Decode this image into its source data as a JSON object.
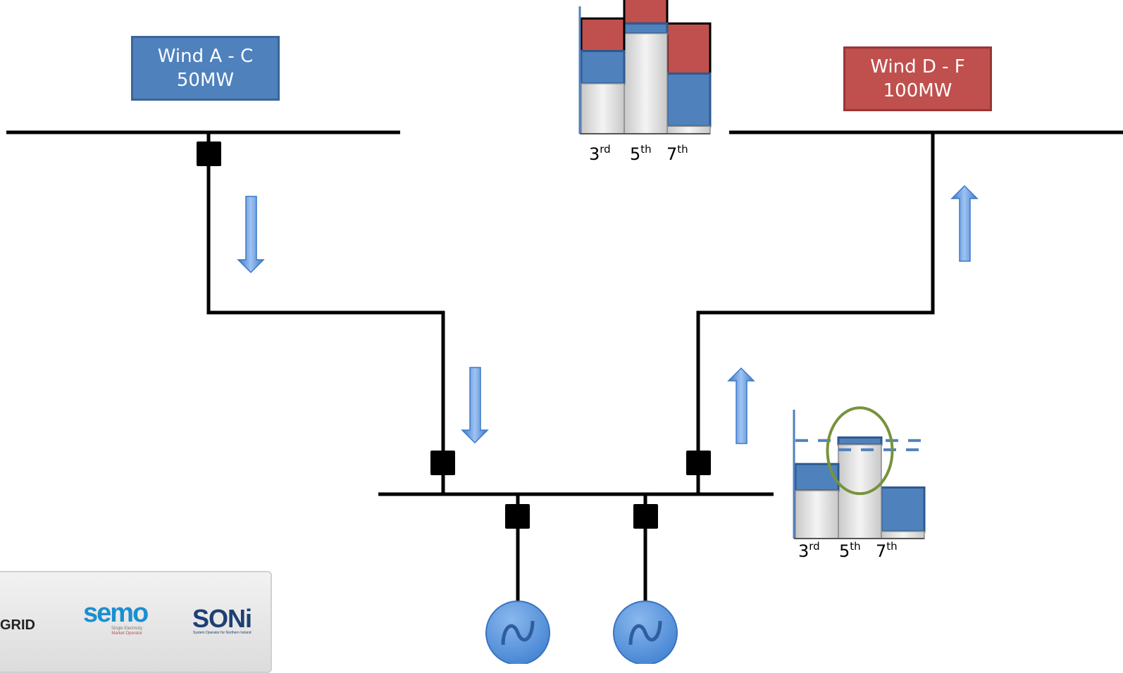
{
  "wind_a": {
    "line1": "Wind A - C",
    "line2": "50MW",
    "color": "#4f81bd"
  },
  "wind_d": {
    "line1": "Wind D - F",
    "line2": "100MW",
    "color": "#c0504d"
  },
  "harmonics": [
    "3",
    "5",
    "7"
  ],
  "harmonic_suffix": [
    "rd",
    "th",
    "th"
  ],
  "colors": {
    "line": "#000000",
    "blue": "#4f81bd",
    "blue_border": "#2e5a8f",
    "red": "#c0504d",
    "arrow_light": "#9dc3f2",
    "arrow_dark": "#3c78c8",
    "limit_ellipse": "#77933c",
    "generator": "#4f8fdc"
  },
  "chart_top": {
    "type": "bar",
    "stacked": true,
    "categories": [
      "3rd",
      "5th",
      "7th"
    ],
    "series": [
      {
        "role": "background",
        "values": [
          0.4,
          0.8,
          0.06
        ]
      },
      {
        "role": "wind-a-c",
        "values": [
          0.26,
          0.08,
          0.42
        ]
      },
      {
        "role": "wind-d-f",
        "values": [
          0.26,
          0.26,
          0.4
        ]
      }
    ]
  },
  "chart_bottom": {
    "type": "bar",
    "stacked": true,
    "categories": [
      "3rd",
      "5th",
      "7th"
    ],
    "series": [
      {
        "role": "background",
        "values": [
          0.47,
          0.92,
          0.07
        ]
      },
      {
        "role": "wind-combined",
        "values": [
          0.26,
          0.07,
          0.43
        ]
      }
    ],
    "limits": [
      0.96,
      0.87
    ],
    "highlighted": "5th"
  },
  "logos": {
    "eirgrid": "GRID",
    "semo": "semo",
    "semo_sub_1": "Single Electricity",
    "semo_sub_2": "Market Operator",
    "soni": "SONi",
    "soni_sub": "System Operator for Northern Ireland"
  }
}
